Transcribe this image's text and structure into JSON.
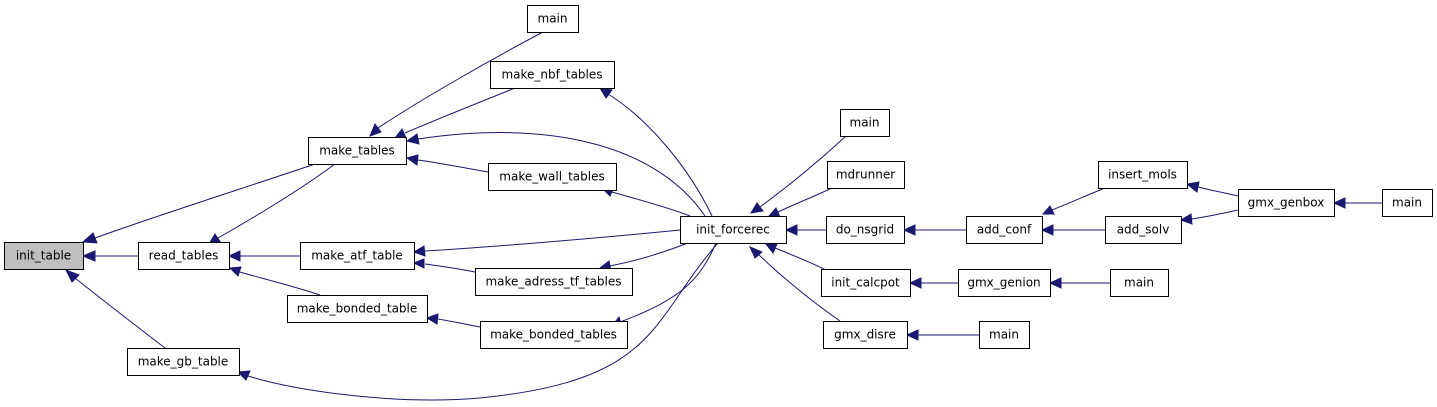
{
  "colors": {
    "edge": "#191970",
    "node_fill": "#ffffff",
    "highlight_fill": "#bfbfbf",
    "border": "#000000"
  },
  "nodes": [
    {
      "id": "init_table",
      "label": "init_table",
      "highlight": true
    },
    {
      "id": "read_tables",
      "label": "read_tables"
    },
    {
      "id": "make_gb_table",
      "label": "make_gb_table"
    },
    {
      "id": "make_tables",
      "label": "make_tables"
    },
    {
      "id": "make_atf_table",
      "label": "make_atf_table"
    },
    {
      "id": "make_bonded_table",
      "label": "make_bonded_table"
    },
    {
      "id": "main_top",
      "label": "main"
    },
    {
      "id": "make_nbf_tables",
      "label": "make_nbf_tables"
    },
    {
      "id": "make_wall_tables",
      "label": "make_wall_tables"
    },
    {
      "id": "make_adress_tf_tables",
      "label": "make_adress_tf_tables"
    },
    {
      "id": "make_bonded_tables",
      "label": "make_bonded_tables"
    },
    {
      "id": "init_forcerec",
      "label": "init_forcerec"
    },
    {
      "id": "main_mid",
      "label": "main"
    },
    {
      "id": "mdrunner",
      "label": "mdrunner"
    },
    {
      "id": "do_nsgrid",
      "label": "do_nsgrid"
    },
    {
      "id": "init_calcpot",
      "label": "init_calcpot"
    },
    {
      "id": "gmx_disre",
      "label": "gmx_disre"
    },
    {
      "id": "add_conf",
      "label": "add_conf"
    },
    {
      "id": "gmx_genion",
      "label": "gmx_genion"
    },
    {
      "id": "main_disre",
      "label": "main"
    },
    {
      "id": "insert_mols",
      "label": "insert_mols"
    },
    {
      "id": "add_solv",
      "label": "add_solv"
    },
    {
      "id": "main_genion",
      "label": "main"
    },
    {
      "id": "gmx_genbox",
      "label": "gmx_genbox"
    },
    {
      "id": "main_genbox",
      "label": "main"
    }
  ],
  "edges": [
    {
      "from": "read_tables",
      "to": "init_table"
    },
    {
      "from": "make_tables",
      "to": "init_table"
    },
    {
      "from": "make_gb_table",
      "to": "init_table"
    },
    {
      "from": "make_atf_table",
      "to": "read_tables"
    },
    {
      "from": "make_tables",
      "to": "read_tables"
    },
    {
      "from": "make_bonded_table",
      "to": "read_tables"
    },
    {
      "from": "main_top",
      "to": "make_tables"
    },
    {
      "from": "make_nbf_tables",
      "to": "make_tables"
    },
    {
      "from": "make_wall_tables",
      "to": "make_tables"
    },
    {
      "from": "init_forcerec",
      "to": "make_tables"
    },
    {
      "from": "init_forcerec",
      "to": "make_atf_table"
    },
    {
      "from": "make_adress_tf_tables",
      "to": "make_atf_table"
    },
    {
      "from": "make_bonded_tables",
      "to": "make_bonded_table"
    },
    {
      "from": "init_forcerec",
      "to": "make_gb_table"
    },
    {
      "from": "init_forcerec",
      "to": "make_nbf_tables"
    },
    {
      "from": "init_forcerec",
      "to": "make_wall_tables"
    },
    {
      "from": "init_forcerec",
      "to": "make_adress_tf_tables"
    },
    {
      "from": "init_forcerec",
      "to": "make_bonded_tables"
    },
    {
      "from": "main_mid",
      "to": "init_forcerec"
    },
    {
      "from": "mdrunner",
      "to": "init_forcerec"
    },
    {
      "from": "do_nsgrid",
      "to": "init_forcerec"
    },
    {
      "from": "init_calcpot",
      "to": "init_forcerec"
    },
    {
      "from": "gmx_disre",
      "to": "init_forcerec"
    },
    {
      "from": "add_conf",
      "to": "do_nsgrid"
    },
    {
      "from": "gmx_genion",
      "to": "init_calcpot"
    },
    {
      "from": "main_disre",
      "to": "gmx_disre"
    },
    {
      "from": "insert_mols",
      "to": "add_conf"
    },
    {
      "from": "add_solv",
      "to": "add_conf"
    },
    {
      "from": "main_genion",
      "to": "gmx_genion"
    },
    {
      "from": "gmx_genbox",
      "to": "insert_mols"
    },
    {
      "from": "gmx_genbox",
      "to": "add_solv"
    },
    {
      "from": "main_genbox",
      "to": "gmx_genbox"
    }
  ]
}
